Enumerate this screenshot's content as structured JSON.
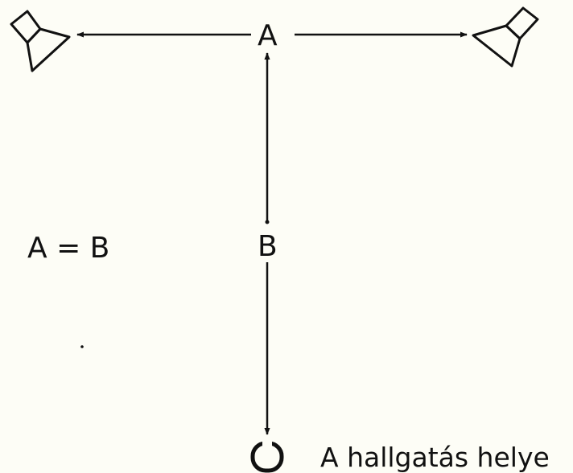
{
  "diagram": {
    "label_a": "A",
    "label_b": "B",
    "equation": "A = B",
    "listener_caption": "A hallgatás helye",
    "nodes": [
      {
        "id": "speaker-left",
        "icon": "loudspeaker-icon"
      },
      {
        "id": "speaker-right",
        "icon": "loudspeaker-icon"
      },
      {
        "id": "listener",
        "icon": "listener-head-icon"
      }
    ],
    "colors": {
      "ink": "#111111",
      "paper": "#fdfdf6"
    }
  }
}
